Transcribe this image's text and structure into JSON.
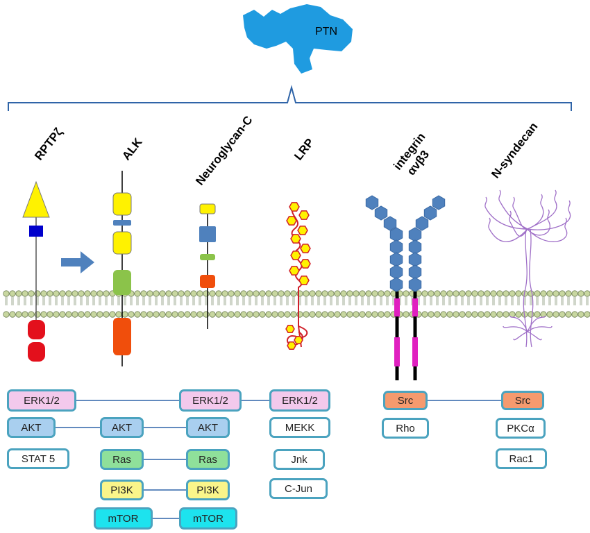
{
  "ligand": {
    "label": "PTN",
    "color": "#1F9BE0"
  },
  "receptors": [
    {
      "name": "RPTPζ"
    },
    {
      "name": "ALK"
    },
    {
      "name": "Neuroglycan-C"
    },
    {
      "name": "LRP"
    },
    {
      "name": "integrin\nαvβ3"
    },
    {
      "name": "N-syndecan"
    }
  ],
  "signaling": {
    "erk_a": "ERK1/2",
    "erk_b": "ERK1/2",
    "erk_c": "ERK1/2",
    "akt_a": "AKT",
    "akt_b": "AKT",
    "akt_c": "AKT",
    "stat5": "STAT 5",
    "ras_a": "Ras",
    "ras_b": "Ras",
    "pi3k_a": "PI3K",
    "pi3k_b": "PI3K",
    "mtor_a": "mTOR",
    "mtor_b": "mTOR",
    "mekk": "MEKK",
    "jnk": "Jnk",
    "cjun": "C-Jun",
    "src_a": "Src",
    "src_b": "Src",
    "rho": "Rho",
    "pkca": "PKCα",
    "rac1": "Rac1"
  },
  "colors": {
    "erk": "#F3C9EC",
    "akt": "#A9CFEF",
    "ras": "#8FE09A",
    "pi3k": "#FAF58A",
    "mtor": "#1DE3EE",
    "src": "#F59A6E",
    "plain": "#FFFFFF",
    "box_border": "#4BA3BF",
    "membrane_head": "#C8D7A0",
    "connector": "#2F64A8",
    "bracket": "#2F64A8"
  }
}
